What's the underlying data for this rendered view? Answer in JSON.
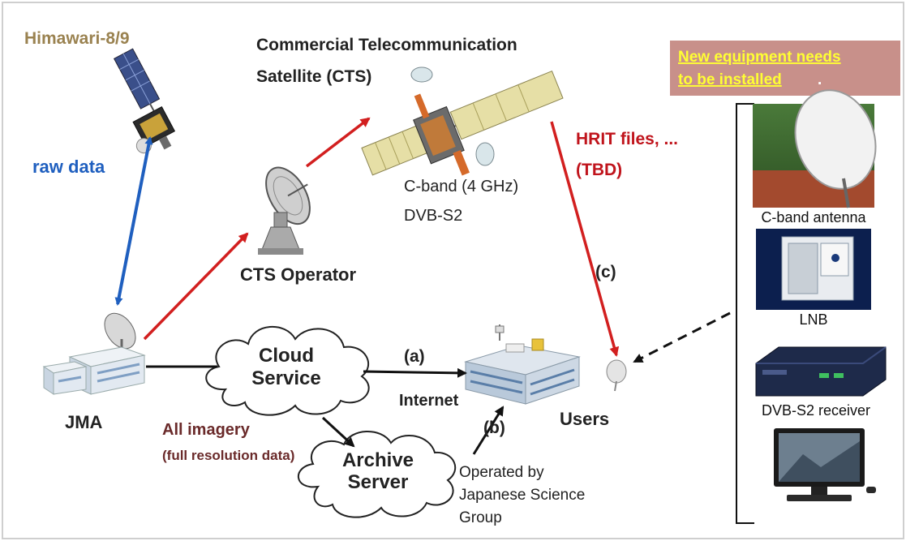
{
  "labels": {
    "himawari": "Himawari-8/9",
    "cts_line1": "Commercial Telecommunication",
    "cts_line2": "Satellite (CTS)",
    "new_equipment_line1": "New equipment needs",
    "new_equipment_line2": "to be installed",
    "new_equipment_period": ".",
    "raw_data": "raw data",
    "hrit_line1": "HRIT files, ...",
    "hrit_line2": "(TBD)",
    "cband_freq": "C-band (4 GHz)",
    "dvbs2": "DVB-S2",
    "cts_operator": "CTS Operator",
    "path_c": "(c)",
    "path_a": "(a)",
    "path_b": "(b)",
    "cloud_line1": "Cloud",
    "cloud_line2": "Service",
    "internet": "Internet",
    "jma": "JMA",
    "users": "Users",
    "all_imagery": "All imagery",
    "full_resolution": "(full resolution data)",
    "archive_line1": "Archive",
    "archive_line2": "Server",
    "operated_line1": "Operated by",
    "operated_line2": "Japanese Science",
    "operated_line3": "Group",
    "cband_antenna": "C-band antenna",
    "lnb": "LNB",
    "dvbs2_receiver": "DVB-S2 receiver"
  },
  "colors": {
    "raw_data_blue": "#1f5fbf",
    "red_link": "#d21f1f",
    "hrit_red": "#c0141c",
    "himawari_tan": "#9a8250",
    "imagery_maroon": "#6a2a2a",
    "callout_bg": "#c8908a",
    "callout_text": "#ffff33"
  }
}
